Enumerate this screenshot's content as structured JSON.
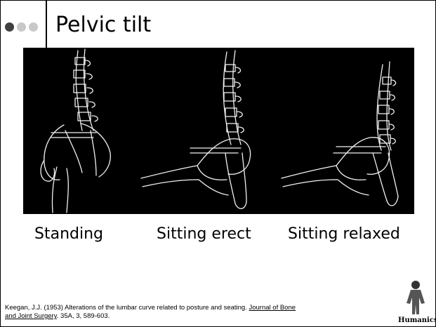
{
  "slide": {
    "title": "Pelvic tilt",
    "captions": [
      "Standing",
      "Sitting erect",
      "Sitting relaxed"
    ],
    "reference": {
      "part1": "Keegan, J.J. (1953) Alterations of the lumbar curve related to posture and seating. ",
      "journal": "Journal of Bone and Joint Surgery",
      "part2": ". 35A, 3, 589-603."
    },
    "logo_text": "Humanics"
  },
  "colors": {
    "figure_background": "#000000",
    "sketch": "#f2f2f2",
    "dot_light": "#c8c8c8",
    "dot_dark": "#404040"
  }
}
